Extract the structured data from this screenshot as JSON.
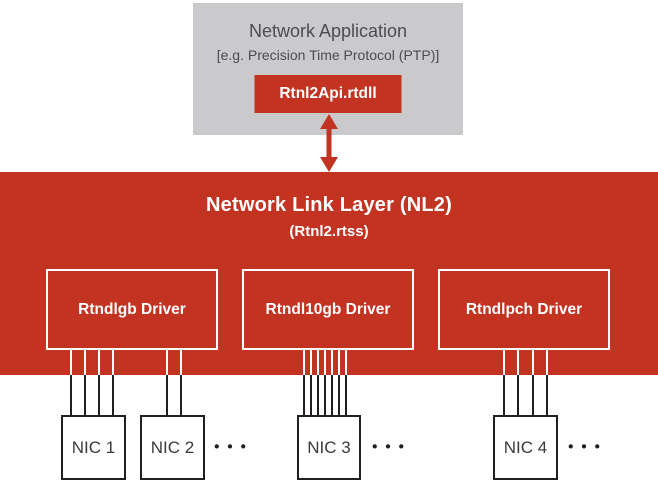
{
  "application_box": {
    "title": "Network Application",
    "subtitle": "[e.g. Precision Time Protocol (PTP)]",
    "api_label": "Rtnl2Api.rtdll"
  },
  "link_layer": {
    "title": "Network Link Layer (NL2)",
    "subtitle": "(Rtnl2.rtss)",
    "drivers": [
      {
        "label": "Rtndlgb Driver"
      },
      {
        "label": "Rtndl10gb Driver"
      },
      {
        "label": "Rtndlpch Driver"
      }
    ]
  },
  "nics": [
    {
      "label": "NIC 1"
    },
    {
      "label": "NIC 2"
    },
    {
      "label": "NIC 3"
    },
    {
      "label": "NIC 4"
    }
  ],
  "ellipsis": "•••",
  "colors": {
    "brand_red": "#C23321",
    "panel_gray": "#CACACC",
    "text_dark": "#4C4C4E",
    "line_black": "#231F20"
  }
}
